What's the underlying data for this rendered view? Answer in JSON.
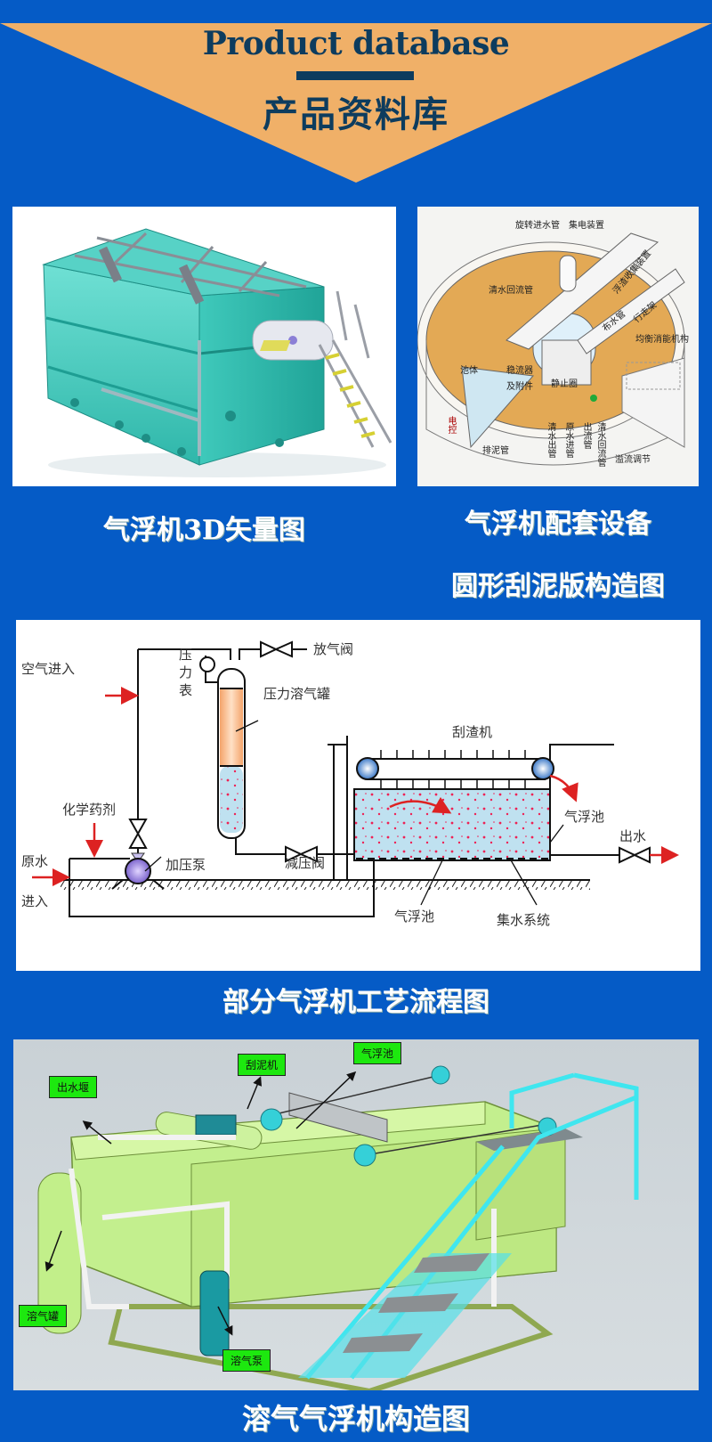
{
  "header": {
    "title_en": "Product database",
    "title_cn": "产品资料库",
    "colors": {
      "background": "#055bc6",
      "banner": "#f0b068",
      "title": "#0d3c5e"
    }
  },
  "section1": {
    "left": {
      "caption": "气浮机3D矢量图",
      "image_alt": "气浮机3D矢量图"
    },
    "right": {
      "caption_line1": "气浮机配套设备",
      "caption_line2": "圆形刮泥版构造图",
      "labels": [
        "旋转进水管",
        "集电装置",
        "浮渣收集装置",
        "清水回流管",
        "布水管",
        "行走架",
        "均衡消能机构",
        "池体",
        "稳流器",
        "及附件",
        "静止圈",
        "排泥管",
        "清水出管",
        "原水进管",
        "出流管",
        "清水回流管",
        "溢流调节",
        "电控"
      ]
    }
  },
  "section2": {
    "caption": "部分气浮机工艺流程图",
    "labels": {
      "air_in": "空气进入",
      "vent_valve": "放气阀",
      "pressure_gauge_1": "压",
      "pressure_gauge_2": "力",
      "pressure_gauge_3": "表",
      "tank": "压力溶气罐",
      "chemical": "化学药剂",
      "raw_water_1": "原水",
      "raw_water_2": "进入",
      "pump": "加压泵",
      "reducing_valve": "减压阀",
      "scraper": "刮渣机",
      "float_tank_right": "气浮池",
      "outlet": "出水",
      "float_tank_bottom": "气浮池",
      "collection": "集水系统"
    }
  },
  "section3": {
    "caption": "溶气气浮机构造图",
    "tags": {
      "weir": "出水堰",
      "scraper": "刮泥机",
      "float_tank": "气浮池",
      "dissolver_tank": "溶气罐",
      "dissolver_pump": "溶气泵"
    }
  }
}
